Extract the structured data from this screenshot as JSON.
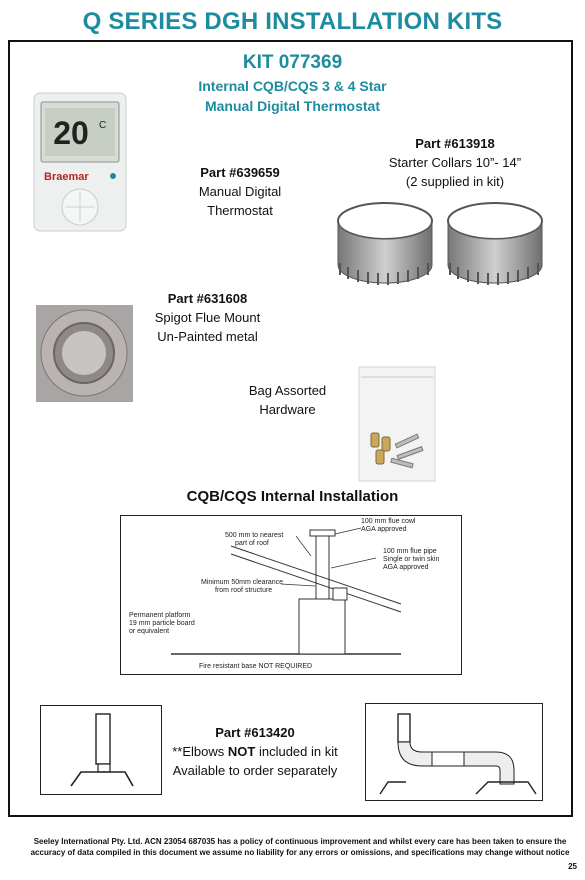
{
  "header": {
    "title": "Q SERIES DGH INSTALLATION KITS"
  },
  "kit": {
    "title": "KIT 077369",
    "subtitle_line1": "Internal CQB/CQS 3 & 4 Star",
    "subtitle_line2": "Manual Digital Thermostat"
  },
  "thermostat": {
    "display": "20",
    "unit": "C",
    "brand": "Braemar"
  },
  "parts": {
    "thermostat": {
      "part": "Part #639659",
      "line1": "Manual Digital",
      "line2": "Thermostat"
    },
    "collars": {
      "part": "Part #613918",
      "line1": "Starter Collars 10”- 14”",
      "line2": "(2 supplied in kit)"
    },
    "spigot": {
      "part": "Part #631608",
      "line1": "Spigot Flue Mount",
      "line2": "Un-Painted metal"
    },
    "hardware": {
      "line1": "Bag Assorted",
      "line2": "Hardware"
    },
    "elbows": {
      "part": "Part #613420",
      "line1_prefix": "**Elbows ",
      "line1_bold": "NOT",
      "line1_suffix": " included in kit",
      "line2": "Available to order separately"
    }
  },
  "installation": {
    "title": "CQB/CQS Internal Installation",
    "labels": {
      "roof1": "500 mm to nearest",
      "roof2": "part of roof",
      "cowl1": "100 mm flue cowl",
      "cowl2": "AGA approved",
      "pipe1": "100 mm flue pipe",
      "pipe2": "Single or twin skin",
      "pipe3": "AGA approved",
      "clear1": "Minimum 50mm clearance",
      "clear2": "from roof structure",
      "plat1": "Permanent platform",
      "plat2": "19 mm particle board",
      "plat3": "or equivalent",
      "base": "Fire resistant base NOT REQUIRED"
    }
  },
  "footer": {
    "text": "Seeley International Pty. Ltd. ACN 23054 687035 has a policy of continuous improvement and whilst every care has been taken to ensure the accuracy of data compiled in this document we assume no liability for any errors or omissions, and specifications may change without notice",
    "page": "25"
  },
  "colors": {
    "accent": "#1e8ca0"
  }
}
